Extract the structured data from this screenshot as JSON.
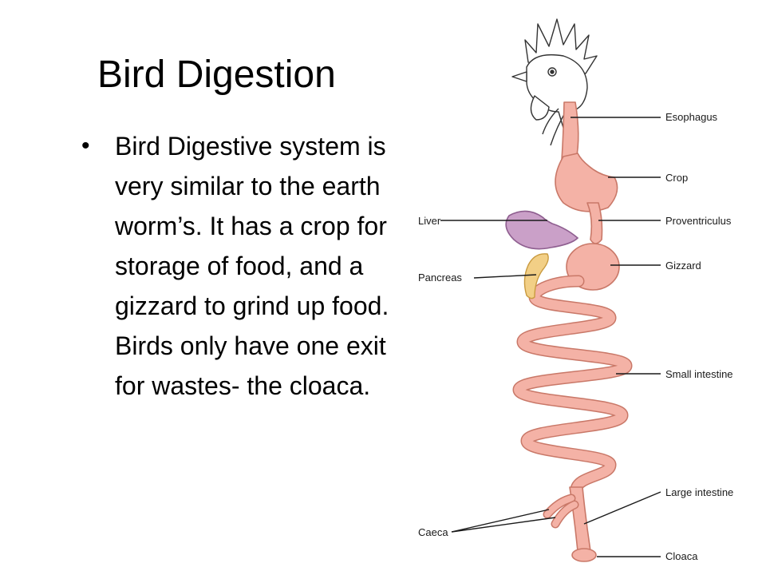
{
  "slide": {
    "title": "Bird Digestion",
    "bullet_symbol": "•",
    "bullets": [
      {
        "text": "Bird Digestive system is very similar to the earth worm’s. It has a crop for storage of food, and a gizzard to grind up food. Birds only have one exit for wastes- the cloaca."
      }
    ]
  },
  "diagram": {
    "labels": {
      "esophagus": "Esophagus",
      "crop": "Crop",
      "proventriculus": "Proventriculus",
      "gizzard": "Gizzard",
      "small_intestine": "Small intestine",
      "large_intestine": "Large intestine",
      "cloaca": "Cloaca",
      "liver": "Liver",
      "pancreas": "Pancreas",
      "caeca": "Caeca"
    },
    "colors": {
      "gut_fill": "#f4b2a6",
      "gut_stroke": "#c97868",
      "liver_fill": "#caa0c8",
      "liver_stroke": "#8f5f90",
      "pancreas_fill": "#f2cf86",
      "pancreas_stroke": "#c99a3f",
      "leader_line": "#1a1a1a"
    }
  }
}
